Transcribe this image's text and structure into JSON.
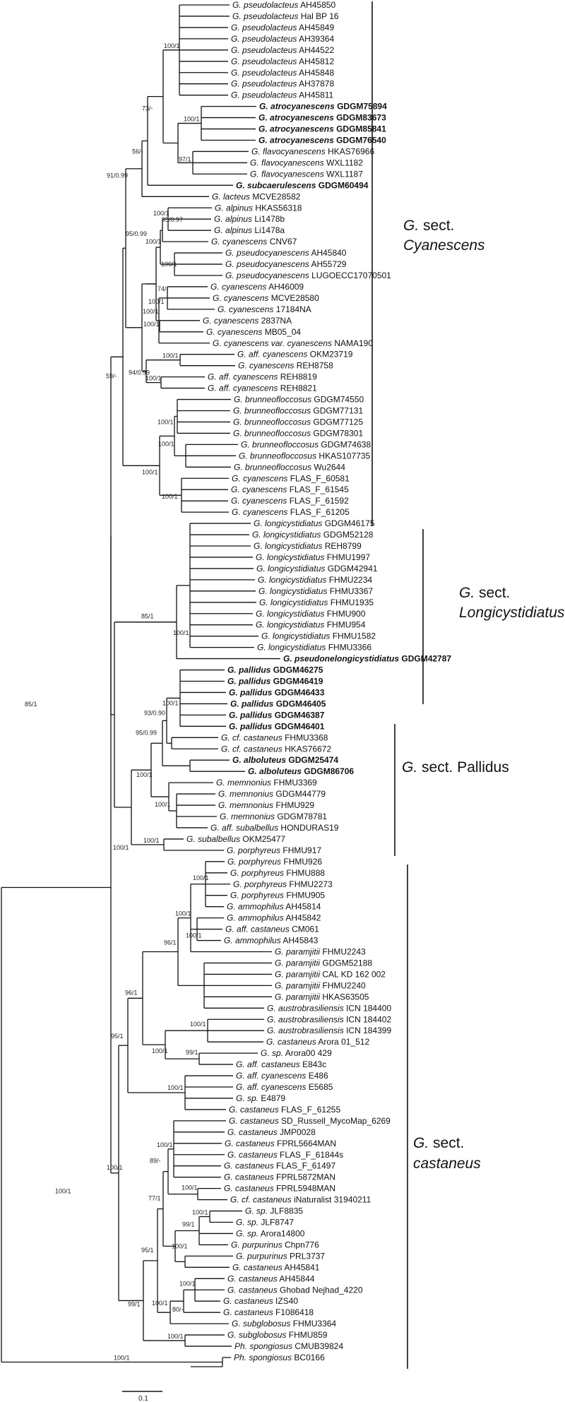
{
  "tips": [
    {
      "genus": "G.",
      "epithet": "pseudolacteus",
      "voucher": "AH45850"
    },
    {
      "genus": "G.",
      "epithet": "pseudolacteus",
      "voucher": "Hal BP 16"
    },
    {
      "genus": "G.",
      "epithet": "pseudolacteus",
      "voucher": "AH45849"
    },
    {
      "genus": "G.",
      "epithet": "pseudolacteus",
      "voucher": "AH39364"
    },
    {
      "genus": "G.",
      "epithet": "pseudolacteus",
      "voucher": "AH44522"
    },
    {
      "genus": "G.",
      "epithet": "pseudolacteus",
      "voucher": "AH45812"
    },
    {
      "genus": "G.",
      "epithet": "pseudolacteus",
      "voucher": "AH45848"
    },
    {
      "genus": "G.",
      "epithet": "pseudolacteus",
      "voucher": "AH37878"
    },
    {
      "genus": "G.",
      "epithet": "pseudolacteus",
      "voucher": "AH45811"
    },
    {
      "genus": "G.",
      "epithet": "atrocyanescens",
      "voucher": "GDGM75894",
      "bold": true
    },
    {
      "genus": "G.",
      "epithet": "atrocyanescens",
      "voucher": "GDGM83673",
      "bold": true
    },
    {
      "genus": "G.",
      "epithet": "atrocyanescens",
      "voucher": "GDGM85841",
      "bold": true
    },
    {
      "genus": "G.",
      "epithet": "atrocyanescens",
      "voucher": "GDGM76540",
      "bold": true
    },
    {
      "genus": "G.",
      "epithet": "flavocyanescens",
      "voucher": "HKAS76966"
    },
    {
      "genus": "G.",
      "epithet": "flavocyanescens",
      "voucher": "WXL1182"
    },
    {
      "genus": "G.",
      "epithet": "flavocyanescens",
      "voucher": "WXL1187"
    },
    {
      "genus": "G.",
      "epithet": "subcaerulescens",
      "voucher": "GDGM60494",
      "bold": true
    },
    {
      "genus": "G.",
      "epithet": "lacteus",
      "voucher": "MCVE28582"
    },
    {
      "genus": "G.",
      "epithet": "alpinus",
      "voucher": "HKAS56318"
    },
    {
      "genus": "G.",
      "epithet": "alpinus",
      "voucher": "Li1478b"
    },
    {
      "genus": "G.",
      "epithet": "alpinus",
      "voucher": "Li1478a"
    },
    {
      "genus": "G.",
      "epithet": "cyanescens",
      "voucher": "CNV67"
    },
    {
      "genus": "G.",
      "epithet": "pseudocyanescens",
      "voucher": "AH45840"
    },
    {
      "genus": "G.",
      "epithet": "pseudocyanescens",
      "voucher": "AH55729"
    },
    {
      "genus": "G.",
      "epithet": "pseudocyanescens",
      "voucher": "LUGOECC17070501"
    },
    {
      "genus": "G.",
      "epithet": "cyanescens",
      "voucher": "AH46009"
    },
    {
      "genus": "G.",
      "epithet": "cyanescens",
      "voucher": "MCVE28580"
    },
    {
      "genus": "G.",
      "epithet": "cyanescens",
      "voucher": "17184NA"
    },
    {
      "genus": "G.",
      "epithet": "cyanescens",
      "voucher": "2837NA"
    },
    {
      "genus": "G.",
      "epithet": "cyanescens",
      "voucher": "MB05_04"
    },
    {
      "genus": "G.",
      "epithet": "cyanescens var. cyanescens",
      "voucher": "NAMA190"
    },
    {
      "genus": "G.",
      "epithet": "aff. cyanescens",
      "voucher": "OKM23719"
    },
    {
      "genus": "G.",
      "epithet": "cyanescens",
      "voucher": "REH8758"
    },
    {
      "genus": "G.",
      "epithet": "aff. cyanescens",
      "voucher": "REH8819"
    },
    {
      "genus": "G.",
      "epithet": "aff. cyanescens",
      "voucher": "REH8821"
    },
    {
      "genus": "G.",
      "epithet": "brunneofloccosus",
      "voucher": "GDGM74550"
    },
    {
      "genus": "G.",
      "epithet": "brunneofloccosus",
      "voucher": "GDGM77131"
    },
    {
      "genus": "G.",
      "epithet": "brunneofloccosus",
      "voucher": "GDGM77125"
    },
    {
      "genus": "G.",
      "epithet": "brunneofloccosus",
      "voucher": "GDGM78301"
    },
    {
      "genus": "G.",
      "epithet": "brunneofloccosus",
      "voucher": "GDGM74638"
    },
    {
      "genus": "G.",
      "epithet": "brunneofloccosus",
      "voucher": "HKAS107735"
    },
    {
      "genus": "G.",
      "epithet": "brunneofloccosus",
      "voucher": "Wu2644"
    },
    {
      "genus": "G.",
      "epithet": "cyanescens",
      "voucher": "FLAS_F_60581"
    },
    {
      "genus": "G.",
      "epithet": "cyanescens",
      "voucher": "FLAS_F_61545"
    },
    {
      "genus": "G.",
      "epithet": "cyanescens",
      "voucher": "FLAS_F_61592"
    },
    {
      "genus": "G.",
      "epithet": "cyanescens",
      "voucher": "FLAS_F_61205"
    },
    {
      "genus": "G.",
      "epithet": "longicystidiatus",
      "voucher": "GDGM46175"
    },
    {
      "genus": "G.",
      "epithet": "longicystidiatus",
      "voucher": "GDGM52128"
    },
    {
      "genus": "G.",
      "epithet": "longicystidiatus",
      "voucher": "REH8799"
    },
    {
      "genus": "G.",
      "epithet": "longicystidiatus",
      "voucher": "FHMU1997"
    },
    {
      "genus": "G.",
      "epithet": "longicystidiatus",
      "voucher": "GDGM42941"
    },
    {
      "genus": "G.",
      "epithet": "longicystidiatus",
      "voucher": "FHMU2234"
    },
    {
      "genus": "G.",
      "epithet": "longicystidiatus",
      "voucher": "FHMU3367"
    },
    {
      "genus": "G.",
      "epithet": "longicystidiatus",
      "voucher": "FHMU1935"
    },
    {
      "genus": "G.",
      "epithet": "longicystidiatus",
      "voucher": "FHMU900"
    },
    {
      "genus": "G.",
      "epithet": "longicystidiatus",
      "voucher": "FHMU954"
    },
    {
      "genus": "G.",
      "epithet": "longicystidiatus",
      "voucher": "FHMU1582"
    },
    {
      "genus": "G.",
      "epithet": "longicystidiatus",
      "voucher": "FHMU3366"
    },
    {
      "genus": "G.",
      "epithet": "pseudonelongicystidiatus",
      "voucher": "GDGM42787",
      "bold": true
    },
    {
      "genus": "G.",
      "epithet": "pallidus",
      "voucher": "GDGM46275",
      "bold": true
    },
    {
      "genus": "G.",
      "epithet": "pallidus",
      "voucher": "GDGM46419",
      "bold": true
    },
    {
      "genus": "G.",
      "epithet": "pallidus",
      "voucher": "GDGM46433",
      "bold": true
    },
    {
      "genus": "G.",
      "epithet": "pallidus",
      "voucher": "GDGM46405",
      "bold": true
    },
    {
      "genus": "G.",
      "epithet": "pallidus",
      "voucher": "GDGM46387",
      "bold": true
    },
    {
      "genus": "G.",
      "epithet": "pallidus",
      "voucher": "GDGM46401",
      "bold": true
    },
    {
      "genus": "G.",
      "epithet": "cf. castaneus",
      "voucher": "FHMU3368"
    },
    {
      "genus": "G.",
      "epithet": "cf. castaneus",
      "voucher": "HKAS76672"
    },
    {
      "genus": "G.",
      "epithet": "alboluteus",
      "voucher": "GDGM25474",
      "bold": true
    },
    {
      "genus": "G.",
      "epithet": "alboluteus",
      "voucher": "GDGM86706",
      "bold": true
    },
    {
      "genus": "G.",
      "epithet": "memnonius",
      "voucher": "FHMU3369"
    },
    {
      "genus": "G.",
      "epithet": "memnonius",
      "voucher": "GDGM44779"
    },
    {
      "genus": "G.",
      "epithet": "memnonius",
      "voucher": "FHMU929"
    },
    {
      "genus": "G.",
      "epithet": "memnonius",
      "voucher": "GDGM78781"
    },
    {
      "genus": "G.",
      "epithet": "aff. subalbellus",
      "voucher": "HONDURAS19"
    },
    {
      "genus": "G.",
      "epithet": "subalbellus",
      "voucher": "OKM25477"
    },
    {
      "genus": "G.",
      "epithet": "porphyreus",
      "voucher": "FHMU917"
    },
    {
      "genus": "G.",
      "epithet": "porphyreus",
      "voucher": "FHMU926"
    },
    {
      "genus": "G.",
      "epithet": "porphyreus",
      "voucher": "FHMU888"
    },
    {
      "genus": "G.",
      "epithet": "porphyreus",
      "voucher": "FHMU2273"
    },
    {
      "genus": "G.",
      "epithet": "porphyreus",
      "voucher": "FHMU905"
    },
    {
      "genus": "G.",
      "epithet": "ammophilus",
      "voucher": "AH45814"
    },
    {
      "genus": "G.",
      "epithet": "ammophilus",
      "voucher": "AH45842"
    },
    {
      "genus": "G.",
      "epithet": "aff. castaneus",
      "voucher": "CM061"
    },
    {
      "genus": "G.",
      "epithet": "ammophilus",
      "voucher": "AH45843"
    },
    {
      "genus": "G.",
      "epithet": "paramjitii",
      "voucher": "FHMU2243"
    },
    {
      "genus": "G.",
      "epithet": "paramjitii",
      "voucher": "GDGM52188"
    },
    {
      "genus": "G.",
      "epithet": "paramjitii",
      "voucher": "CAL KD 162 002"
    },
    {
      "genus": "G.",
      "epithet": "paramjitii",
      "voucher": "FHMU2240"
    },
    {
      "genus": "G.",
      "epithet": "paramjitii",
      "voucher": "HKAS63505"
    },
    {
      "genus": "G.",
      "epithet": "austrobrasiliensis",
      "voucher": "ICN 184400"
    },
    {
      "genus": "G.",
      "epithet": "austrobrasiliensis",
      "voucher": "ICN 184402"
    },
    {
      "genus": "G.",
      "epithet": "austrobrasiliensis",
      "voucher": "ICN 184399"
    },
    {
      "genus": "G.",
      "epithet": "castaneus",
      "voucher": "Arora 01_512"
    },
    {
      "genus": "G.",
      "epithet": "sp.",
      "voucher": "Arora00 429"
    },
    {
      "genus": "G.",
      "epithet": "aff. castaneus",
      "voucher": "E843c"
    },
    {
      "genus": "G.",
      "epithet": "aff. cyanescens",
      "voucher": "E486"
    },
    {
      "genus": "G.",
      "epithet": "aff. cyanescens",
      "voucher": "E5685"
    },
    {
      "genus": "G.",
      "epithet": "sp.",
      "voucher": "E4879"
    },
    {
      "genus": "G.",
      "epithet": "castaneus",
      "voucher": "FLAS_F_61255"
    },
    {
      "genus": "G.",
      "epithet": "castaneus",
      "voucher": "SD_Russell_MycoMap_6269"
    },
    {
      "genus": "G.",
      "epithet": "castaneus",
      "voucher": "JMP0028"
    },
    {
      "genus": "G.",
      "epithet": "castaneus",
      "voucher": "FPRL5664MAN"
    },
    {
      "genus": "G.",
      "epithet": "castaneus",
      "voucher": "FLAS_F_61844s"
    },
    {
      "genus": "G.",
      "epithet": "castaneus",
      "voucher": "FLAS_F_61497"
    },
    {
      "genus": "G.",
      "epithet": "castaneus",
      "voucher": "FPRL5872MAN"
    },
    {
      "genus": "G.",
      "epithet": "castaneus",
      "voucher": "FPRL5948MAN"
    },
    {
      "genus": "G.",
      "epithet": "cf. castaneus",
      "voucher": "iNaturalist 31940211"
    },
    {
      "genus": "G.",
      "epithet": "sp.",
      "voucher": "JLF8835"
    },
    {
      "genus": "G.",
      "epithet": "sp.",
      "voucher": "JLF8747"
    },
    {
      "genus": "G.",
      "epithet": "sp.",
      "voucher": "Arora14800"
    },
    {
      "genus": "G.",
      "epithet": "purpurinus",
      "voucher": "Chpn776"
    },
    {
      "genus": "G.",
      "epithet": "purpurinus",
      "voucher": "PRL3737"
    },
    {
      "genus": "G.",
      "epithet": "castaneus",
      "voucher": "AH45841"
    },
    {
      "genus": "G.",
      "epithet": "castaneus",
      "voucher": "AH45844"
    },
    {
      "genus": "G.",
      "epithet": "castaneus",
      "voucher": "Ghobad Nejhad_4220"
    },
    {
      "genus": "G.",
      "epithet": "castaneus",
      "voucher": "IZS40"
    },
    {
      "genus": "G.",
      "epithet": "castaneus",
      "voucher": "F1086418"
    },
    {
      "genus": "G.",
      "epithet": "subglobosus",
      "voucher": "FHMU3364"
    },
    {
      "genus": "G.",
      "epithet": "subglobosus",
      "voucher": "FHMU859"
    },
    {
      "genus": "Ph.",
      "epithet": "spongiosus",
      "voucher": "CMUB39824"
    },
    {
      "genus": "Ph.",
      "epithet": "spongiosus",
      "voucher": "BC0166"
    }
  ],
  "supports": [
    "100/1",
    "100/1",
    "97/1",
    "73/-",
    "56/-",
    "100/1",
    "95/0.97",
    "100/1",
    "100/1",
    "95/0.99",
    "100/1",
    "100/1",
    "100/1",
    "74/-",
    "91/0.99",
    "100/1",
    "100/1",
    "94/0.99",
    "59/-",
    "100/1",
    "100/1",
    "100/1",
    "100/1",
    "100/1",
    "85/1",
    "100/1",
    "93/0.90",
    "95/0.99",
    "100/1",
    "100/1",
    "100/1",
    "100/1",
    "100/1",
    "100/1",
    "100/1",
    "100/1",
    "96/1",
    "100/1",
    "99/1",
    "100/1",
    "95/1",
    "100/1",
    "89/-",
    "100/1",
    "100/1",
    "77/1",
    "99/1",
    "100/1",
    "100/1",
    "80/-",
    "95/1",
    "100/1",
    "99/1",
    "100/1",
    "100/1",
    "100/1"
  ],
  "sections": [
    {
      "prefix": "G.",
      "name": "sect.",
      "line2": "Cyanescens"
    },
    {
      "prefix": "G.",
      "name": "sect.",
      "line2": "Longicystidiatus"
    },
    {
      "prefix": "G.",
      "name": "sect. Pallidus",
      "line2": ""
    },
    {
      "prefix": "G.",
      "name": "sect.",
      "line2": "castaneus"
    }
  ],
  "scale_label": "0.1"
}
